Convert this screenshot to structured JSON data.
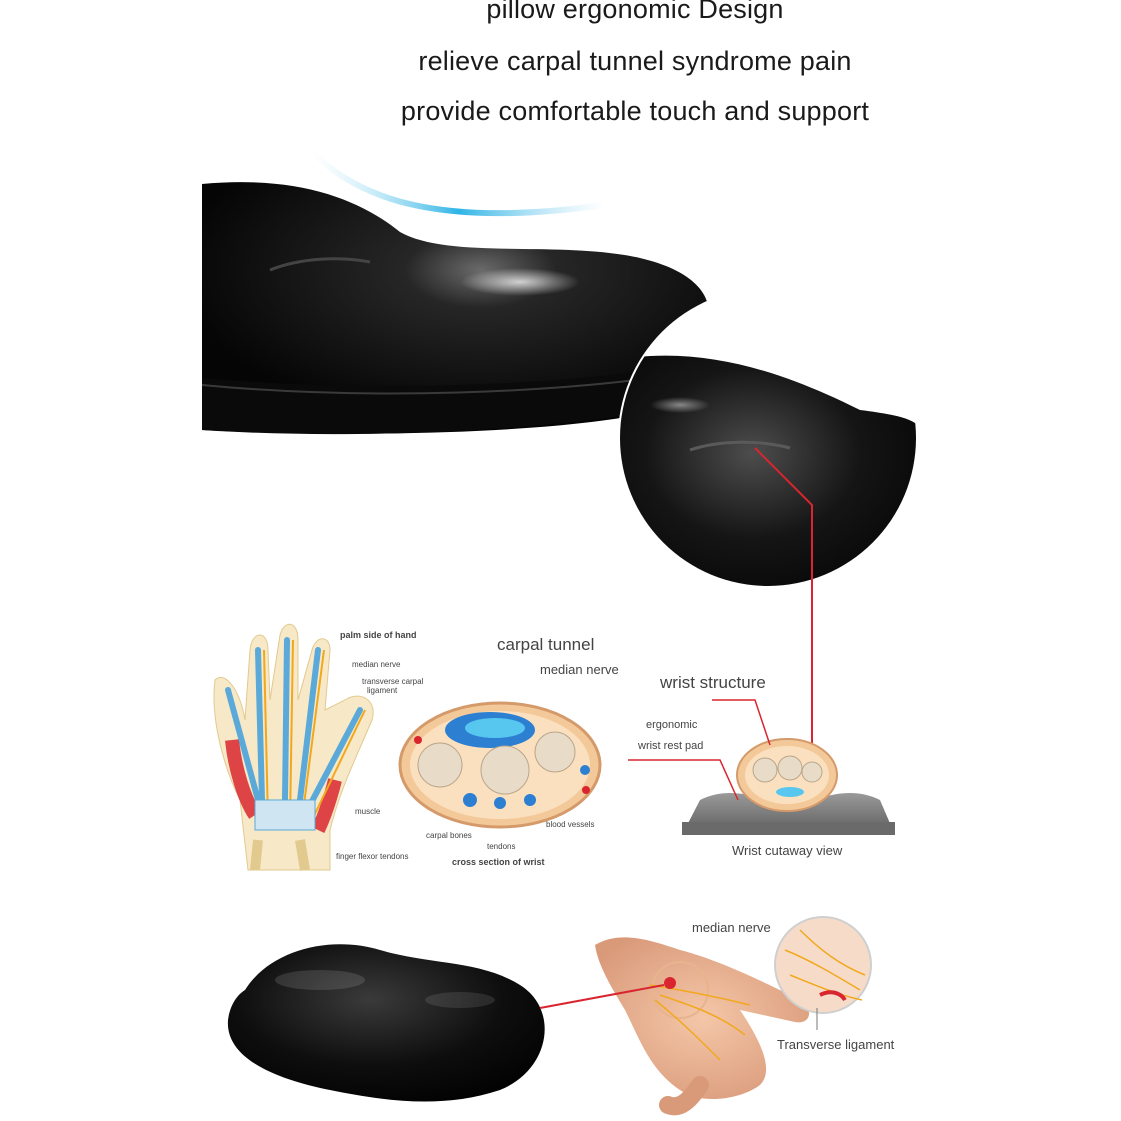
{
  "headline": {
    "line1": "pillow ergonomic Design",
    "line2": "relieve carpal tunnel syndrome pain",
    "line3": "provide comfortable touch and support"
  },
  "hand_diagram": {
    "title": "palm side of hand",
    "median_nerve": "median nerve",
    "transverse_carpal": "transverse carpal",
    "ligament": "ligament",
    "muscle": "muscle",
    "finger_flexor": "finger flexor tendons"
  },
  "cross_section": {
    "carpal_tunnel": "carpal tunnel",
    "median_nerve": "median nerve",
    "carpal_bones": "carpal bones",
    "tendons": "tendons",
    "blood_vessels": "blood vessels",
    "caption": "cross section of wrist"
  },
  "wrist_view": {
    "title": "wrist structure",
    "pad_label_1": "ergonomic",
    "pad_label_2": "wrist rest pad",
    "caption": "Wrist cutaway view"
  },
  "bottom_labels": {
    "median_nerve": "median nerve",
    "transverse_ligament": "Transverse ligament"
  },
  "colors": {
    "product": "#0b0b0b",
    "accent_line": "#d9262e",
    "glow": "#2fb4e6"
  }
}
